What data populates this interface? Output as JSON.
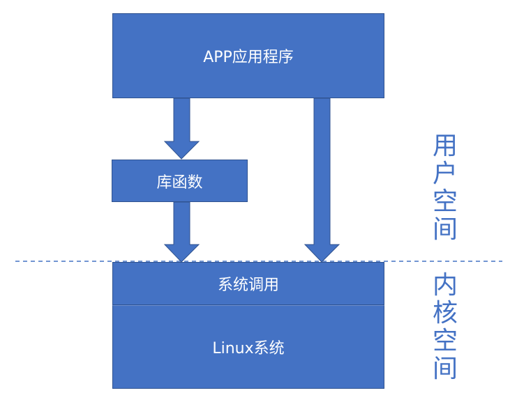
{
  "diagram": {
    "app_label": "APP应用程序",
    "lib_label": "库函数",
    "syscall_label": "系统调用",
    "linux_label": "Linux系统",
    "user_space_label": "用户空间",
    "kernel_space_label": "内核空间"
  },
  "colors": {
    "box_fill": "#4472c4",
    "box_text": "#ffffff",
    "label_text": "#4472c4"
  }
}
